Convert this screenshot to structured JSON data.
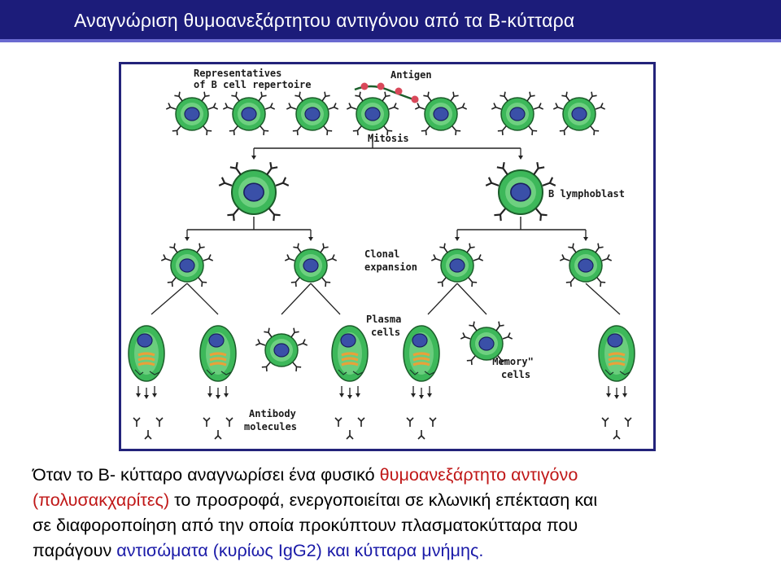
{
  "title": "Αναγνώριση θυμοανεξάρτητου αντιγόνου  από τα Β-κύτταρα",
  "figure": {
    "labels": {
      "representatives_1": "Representatives",
      "representatives_2": "of B cell repertoire",
      "antigen": "Antigen",
      "mitosis": "Mitosis",
      "b_lymphoblast": "B lymphoblast",
      "clonal_1": "Clonal",
      "clonal_2": "expansion",
      "plasma_1": "Plasma",
      "plasma_2": "cells",
      "memory_1": "\"Memory\"",
      "memory_2": "cells",
      "antibody_1": "Antibody",
      "antibody_2": "molecules"
    },
    "colors": {
      "frame": "#23237a",
      "cell": "#3db85a",
      "cell_light": "#8fdf9a",
      "nucleus": "#3a50a8",
      "antigen": "#d9485a",
      "er": "#e8a13a"
    }
  },
  "caption": {
    "l1_a": "Όταν το Β- κύτταρο αναγνωρίσει ένα φυσικό ",
    "l1_b": "θυμοανεξάρτητο αντιγόνο",
    "l2_a": "(πολυσακχαρίτες)",
    "l2_b": " το προσροφά, ενεργοποιείται σε κλωνική επέκταση και",
    "l3": "σε διαφοροποίηση από την  οποία προκύπτουν πλασματοκύτταρα που",
    "l4_a": "παράγουν ",
    "l4_b": "αντισώματα (κυρίως IgG2) και κύτταρα μνήμης",
    "l4_c": "."
  }
}
